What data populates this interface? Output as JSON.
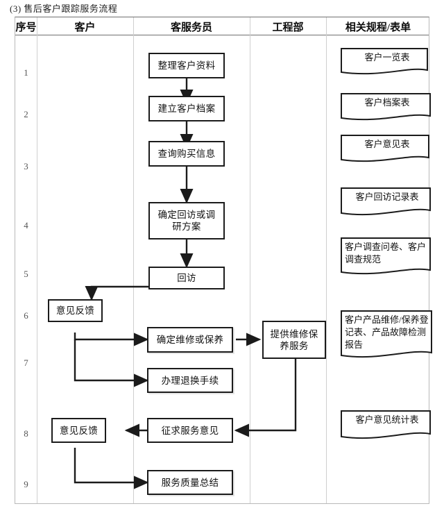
{
  "title": "(3) 售后客户跟踪服务流程",
  "table": {
    "columns": [
      {
        "key": "seq",
        "label": "序号"
      },
      {
        "key": "cust",
        "label": "客户"
      },
      {
        "key": "agent",
        "label": "客服务员"
      },
      {
        "key": "eng",
        "label": "工程部"
      },
      {
        "key": "docs",
        "label": "相关规程/表单"
      }
    ],
    "row_numbers": [
      "1",
      "2",
      "3",
      "4",
      "5",
      "6",
      "7",
      "8",
      "9"
    ]
  },
  "chart_data": {
    "type": "diagram",
    "title": "(3) 售后客户跟踪服务流程",
    "lanes": [
      "序号",
      "客户",
      "客服务员",
      "工程部",
      "相关规程/表单"
    ],
    "nodes": [
      {
        "id": "n1",
        "label": "整理客户资料",
        "lane": "客服务员",
        "row": 1,
        "shape": "process"
      },
      {
        "id": "n2",
        "label": "建立客户档案",
        "lane": "客服务员",
        "row": 2,
        "shape": "process"
      },
      {
        "id": "n3",
        "label": "查询购买信息",
        "lane": "客服务员",
        "row": 3,
        "shape": "process"
      },
      {
        "id": "n4",
        "label": "确定回访或调研方案",
        "lane": "客服务员",
        "row": 4,
        "shape": "process"
      },
      {
        "id": "n5",
        "label": "回访",
        "lane": "客服务员",
        "row": 5,
        "shape": "process"
      },
      {
        "id": "n6",
        "label": "意见反馈",
        "lane": "客户",
        "row": 6,
        "shape": "process"
      },
      {
        "id": "n7",
        "label": "确定维修或保养",
        "lane": "客服务员",
        "row": 7,
        "shape": "process"
      },
      {
        "id": "n8",
        "label": "办理退换手续",
        "lane": "客服务员",
        "row": 7,
        "shape": "process"
      },
      {
        "id": "n9",
        "label": "提供维修保养服务",
        "lane": "工程部",
        "row": 7,
        "shape": "process"
      },
      {
        "id": "n10",
        "label": "意见反馈",
        "lane": "客户",
        "row": 8,
        "shape": "process"
      },
      {
        "id": "n11",
        "label": "征求服务意见",
        "lane": "客服务员",
        "row": 8,
        "shape": "process"
      },
      {
        "id": "n12",
        "label": "服务质量总结",
        "lane": "客服务员",
        "row": 9,
        "shape": "process"
      }
    ],
    "documents": [
      {
        "id": "d1",
        "label": "客户一览表",
        "row": 1
      },
      {
        "id": "d2",
        "label": "客户档案表",
        "row": 2
      },
      {
        "id": "d3",
        "label": "客户意见表",
        "row": 3
      },
      {
        "id": "d4",
        "label": "客户回访记录表",
        "row": 4
      },
      {
        "id": "d5",
        "label": "客户调查问卷、客户调查规范",
        "row": 5
      },
      {
        "id": "d6",
        "label": "客户产品维修/保养登记表、产品故障检测报告",
        "row": 7
      },
      {
        "id": "d7",
        "label": "客户意见统计表",
        "row": 8
      }
    ],
    "edges": [
      {
        "from": "n1",
        "to": "n2",
        "type": "arrow-down"
      },
      {
        "from": "n2",
        "to": "n3",
        "type": "arrow-down"
      },
      {
        "from": "n3",
        "to": "n4",
        "type": "arrow-down"
      },
      {
        "from": "n4",
        "to": "n5",
        "type": "arrow-down"
      },
      {
        "from": "n5",
        "to": "n6",
        "type": "elbow-left-down"
      },
      {
        "from": "n6",
        "to": "n7",
        "type": "elbow-down-right"
      },
      {
        "from": "n6",
        "to": "n8",
        "type": "elbow-down-right"
      },
      {
        "from": "n7",
        "to": "n9",
        "type": "arrow-right"
      },
      {
        "from": "n9",
        "to": "n11",
        "type": "elbow-down-left"
      },
      {
        "from": "n11",
        "to": "n10",
        "type": "arrow-left"
      },
      {
        "from": "n10",
        "to": "n12",
        "type": "elbow-down-right"
      }
    ]
  },
  "nodes": {
    "n1": "整理客户资料",
    "n2": "建立客户档案",
    "n3": "查询购买信息",
    "n4": "确定回访或调\n研方案",
    "n5": "回访",
    "n6": "意见反馈",
    "n7": "确定维修或保养",
    "n8": "办理退换手续",
    "n9": "提供维修保\n养服务",
    "n10": "意见反馈",
    "n11": "征求服务意见",
    "n12": "服务质量总结"
  },
  "documents": {
    "d1": "客户一览表",
    "d2": "客户档案表",
    "d3": "客户意见表",
    "d4": "客户回访记录表",
    "d5": "客户调查问卷、客户调查规范",
    "d6": "客户产品维修/保养登记表、产品故障检测报告",
    "d7": "客户意见统计表"
  },
  "colors": {
    "border": "#1b1b1b",
    "grid": "#cfcfcf",
    "header_rule": "#6f6f6f",
    "background": "#ffffff",
    "text": "#121212"
  }
}
